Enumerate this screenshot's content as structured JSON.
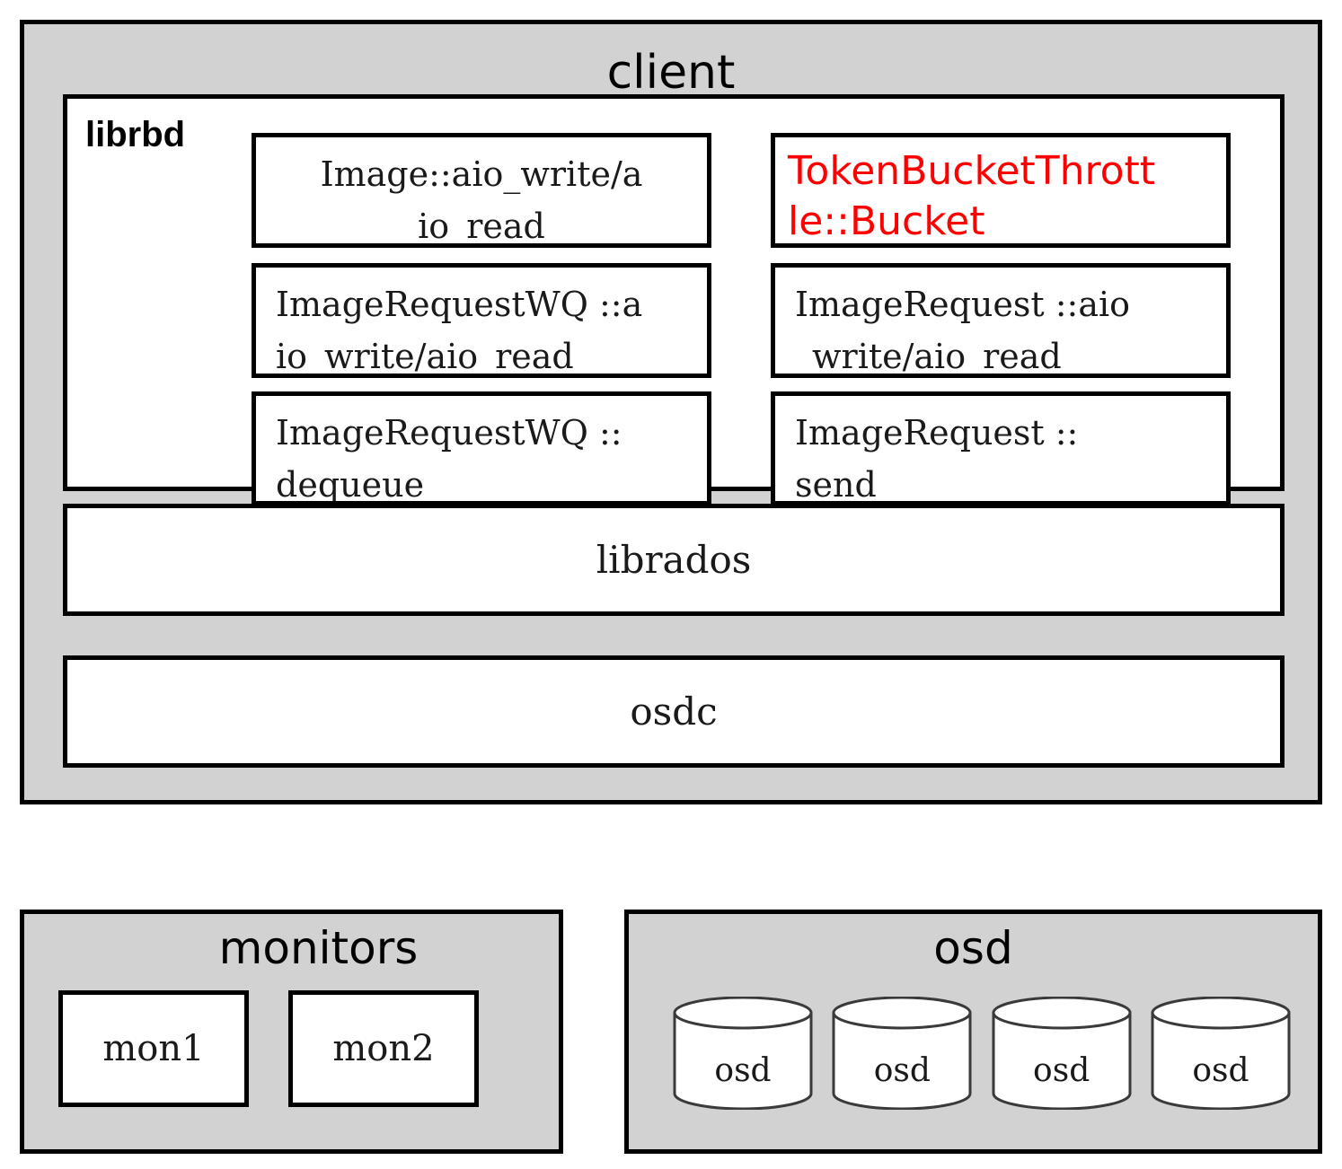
{
  "diagram": {
    "title_client": "client",
    "title_monitors": "monitors",
    "title_osd": "osd"
  },
  "colors": {
    "panel_fill": "#d2d2d2",
    "box_fill": "#ffffff",
    "border": "#000000",
    "text": "#1a1a1a",
    "highlight": "#ff0000"
  },
  "client": {
    "title": "client",
    "librbd": {
      "label": "librbd",
      "left_column": [
        {
          "name": "image-aio",
          "text": "Image::aio_write/a\nio_read",
          "align": "center",
          "color": "#1a1a1a"
        },
        {
          "name": "imagerequestwq-aio",
          "text": "ImageRequestWQ ::a\nio_write/aio_read",
          "align": "left",
          "color": "#1a1a1a"
        },
        {
          "name": "imagerequestwq-dequeue",
          "text": "ImageRequestWQ ::\ndequeue",
          "align": "left",
          "color": "#1a1a1a"
        }
      ],
      "right_column": [
        {
          "name": "tokenbucketthrottle-bucket",
          "text": "TokenBucketThrott\nle::Bucket",
          "align": "left",
          "color": "#ff0000"
        },
        {
          "name": "imagerequest-aio",
          "text": "ImageRequest ::aio\n_write/aio_read",
          "align": "left",
          "color": "#1a1a1a"
        },
        {
          "name": "imagerequest-send",
          "text": "ImageRequest ::\nsend",
          "align": "left",
          "color": "#1a1a1a"
        }
      ]
    },
    "bands": [
      {
        "name": "librados",
        "label": "librados"
      },
      {
        "name": "osdc",
        "label": "osdc"
      }
    ]
  },
  "monitors": {
    "title": "monitors",
    "nodes": [
      {
        "label": "mon1"
      },
      {
        "label": "mon2"
      }
    ]
  },
  "osd": {
    "title": "osd",
    "nodes": [
      {
        "label": "osd"
      },
      {
        "label": "osd"
      },
      {
        "label": "osd"
      },
      {
        "label": "osd"
      }
    ]
  }
}
